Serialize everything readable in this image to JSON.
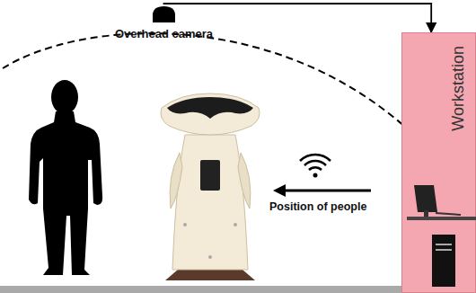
{
  "diagram": {
    "nodes": [
      {
        "text": [
          "Overhead camera"
        ]
      },
      {
        "text": [
          "Workstation"
        ]
      }
    ],
    "edges": [
      {
        "from": 0,
        "to": 1,
        "arrow": "to"
      }
    ],
    "labels": [
      "Position of people"
    ]
  }
}
